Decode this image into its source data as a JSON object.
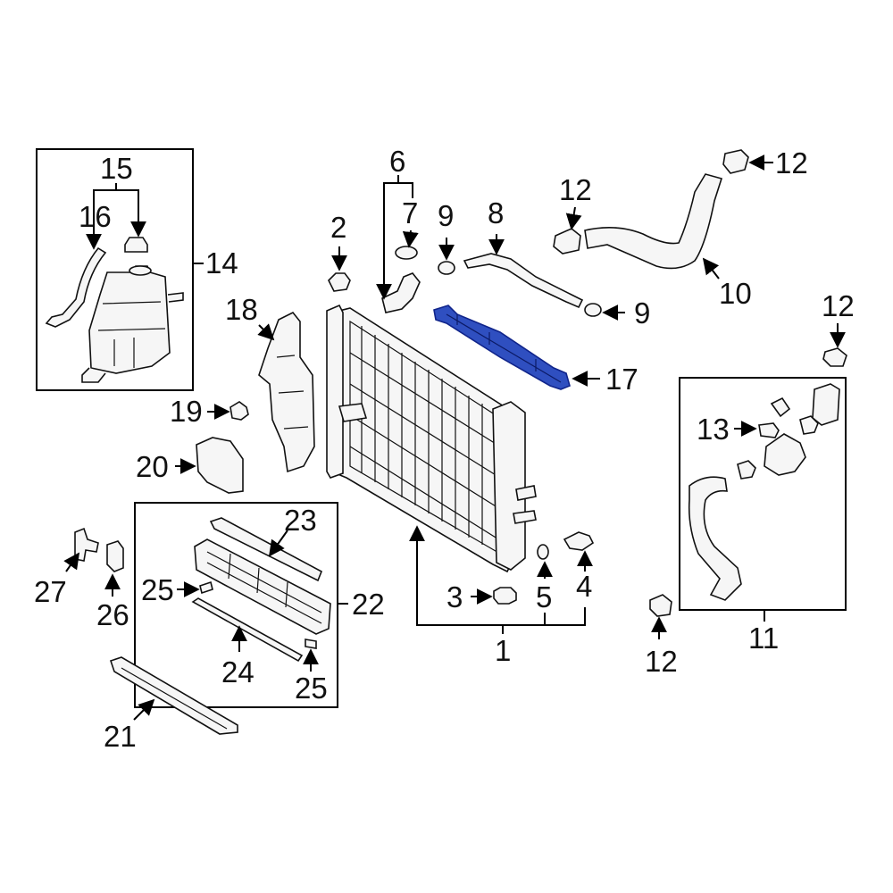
{
  "highlight_color": "#2f4fc0",
  "callouts": {
    "c1": "1",
    "c2": "2",
    "c3": "3",
    "c4": "4",
    "c5": "5",
    "c6": "6",
    "c7": "7",
    "c8": "8",
    "c9a": "9",
    "c9b": "9",
    "c10": "10",
    "c11": "11",
    "c12a": "12",
    "c12b": "12",
    "c12c": "12",
    "c12d": "12",
    "c13": "13",
    "c14": "14",
    "c15": "15",
    "c16": "16",
    "c17": "17",
    "c18": "18",
    "c19": "19",
    "c20": "20",
    "c21": "21",
    "c22": "22",
    "c23": "23",
    "c24": "24",
    "c25a": "25",
    "c25b": "25",
    "c26": "26",
    "c27": "27"
  }
}
